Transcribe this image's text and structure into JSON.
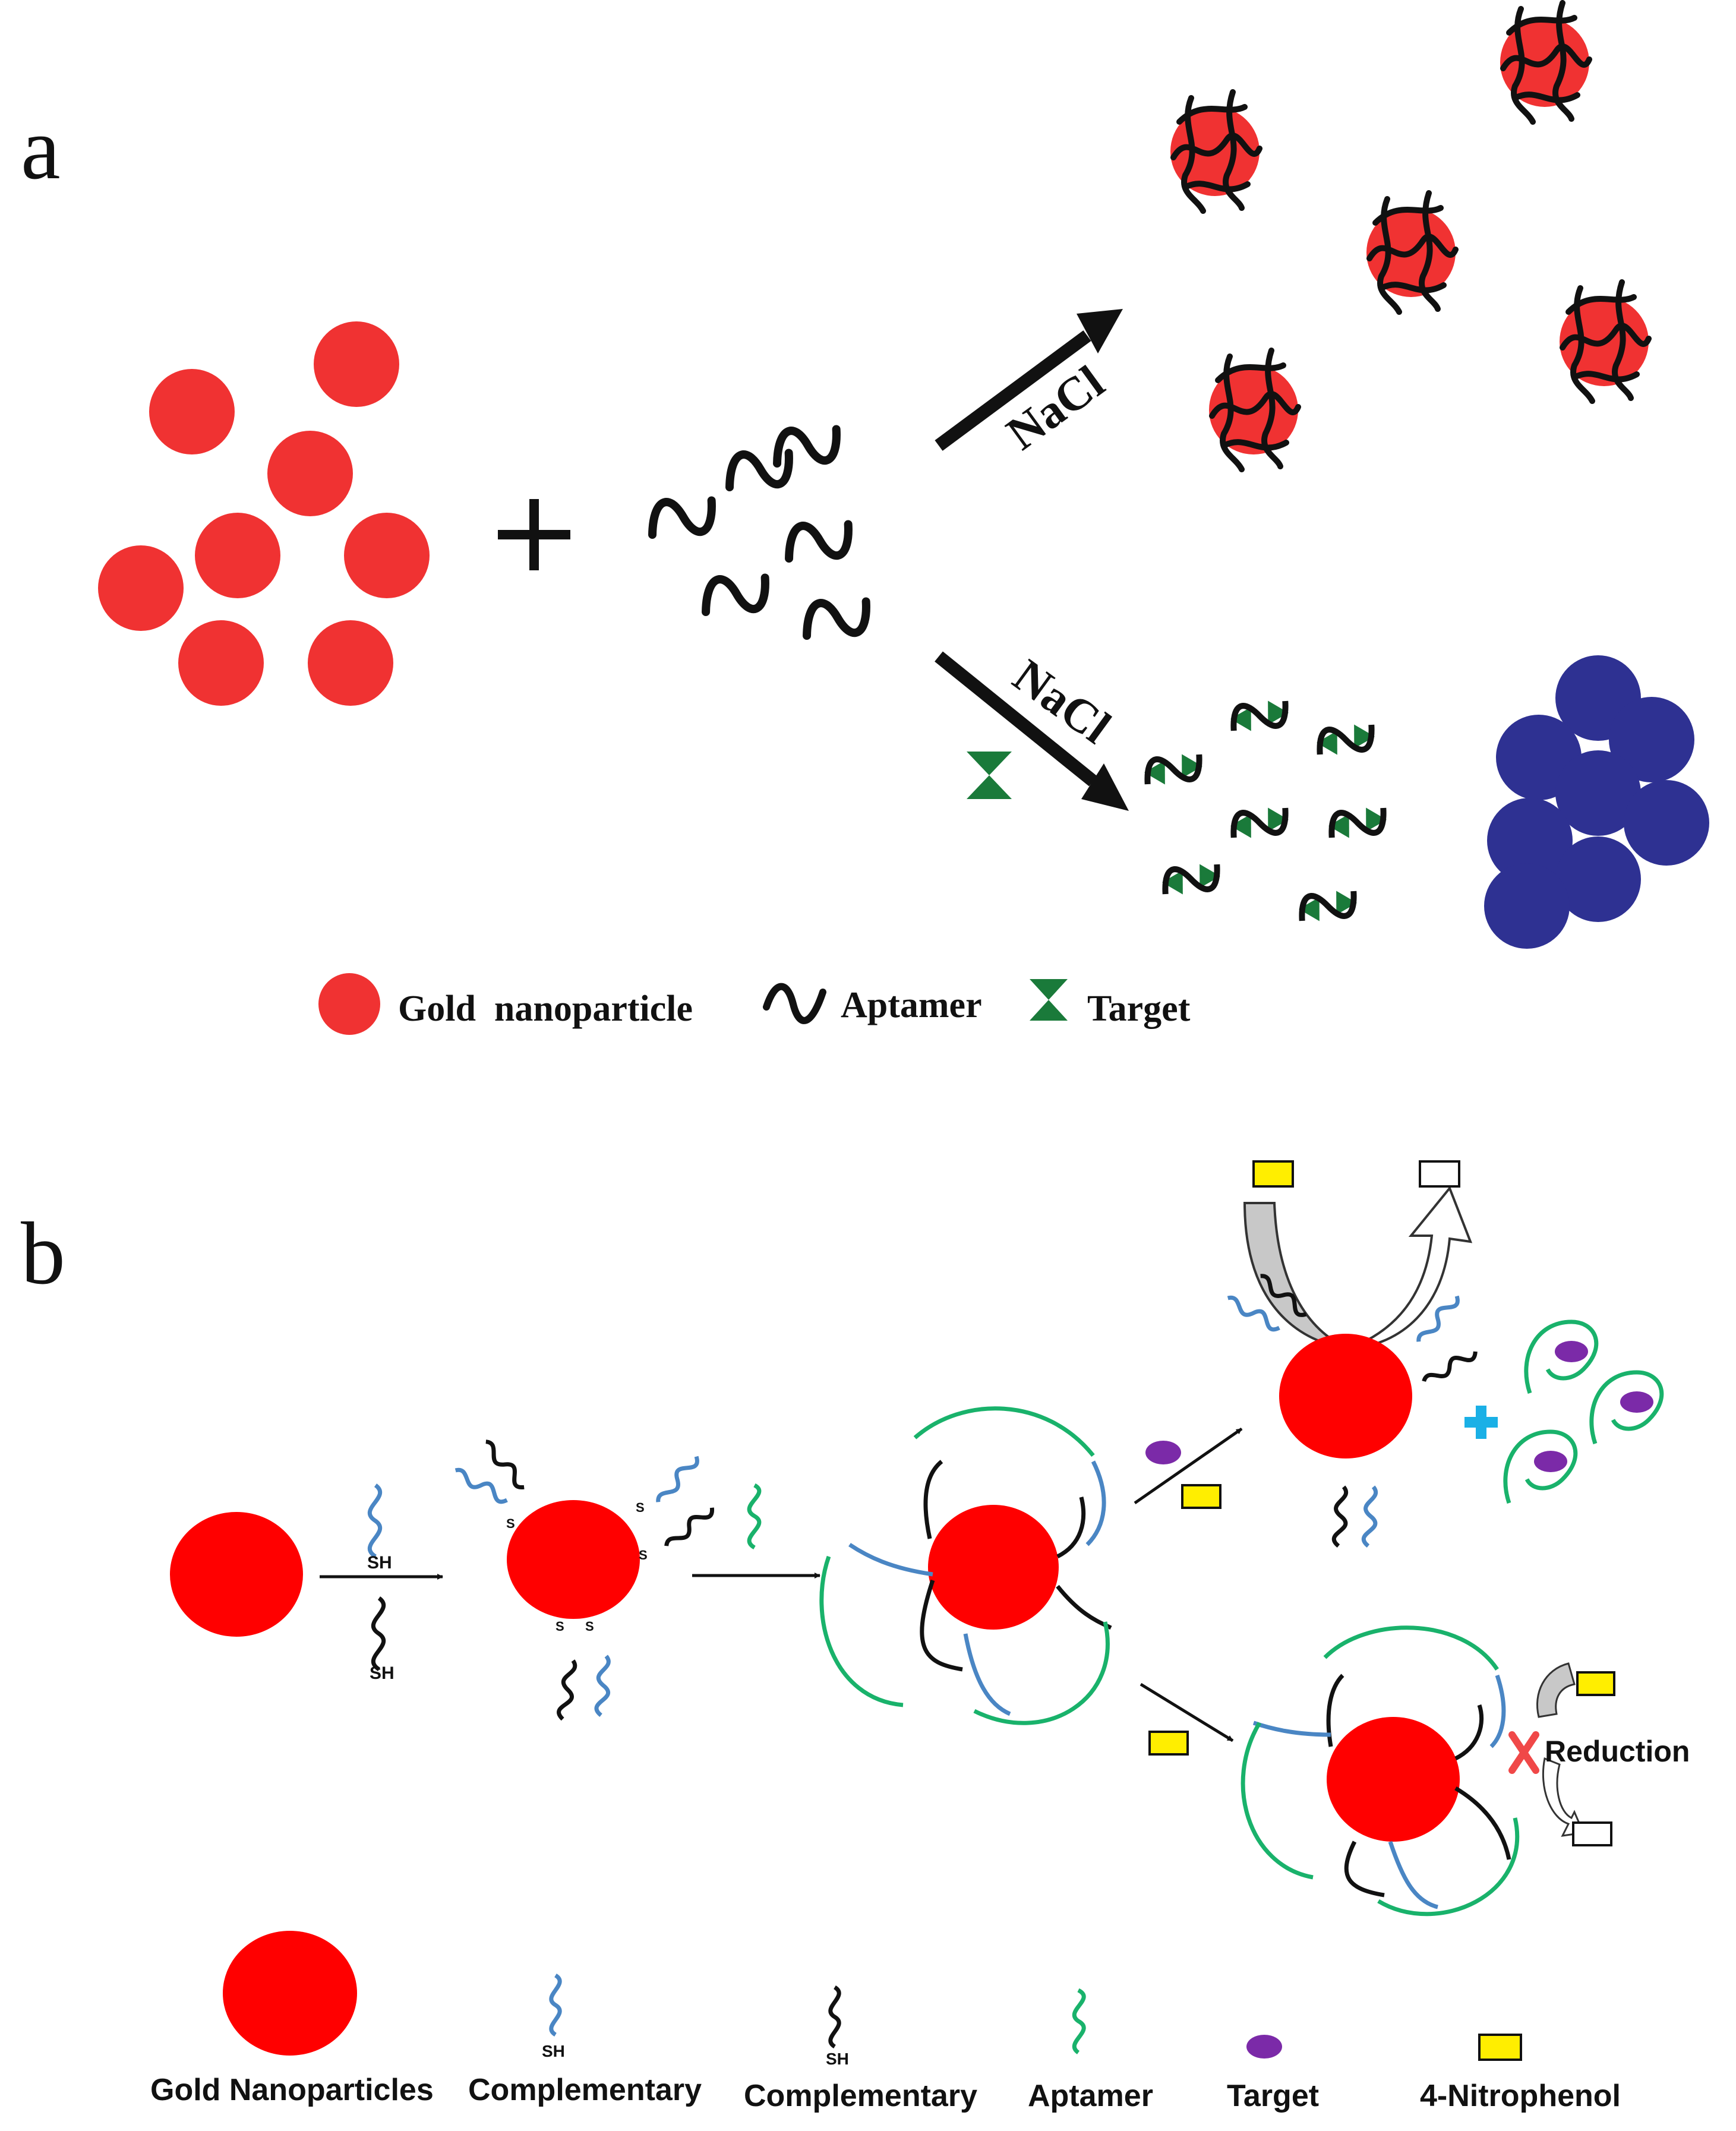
{
  "panel_a": {
    "label": "a",
    "arrow_top_label": "NaCl",
    "arrow_bottom_label": "NaCl",
    "legend": {
      "gold": "Gold  nanoparticle",
      "aptamer": "Aptamer",
      "target": "Target"
    }
  },
  "panel_b": {
    "label": "b",
    "sh_label": "SH",
    "s_label": "S",
    "reduction_label": "Reduction",
    "legend": {
      "gold": "Gold Nanoparticles",
      "comp1": "Complementary",
      "comp2": "Complementary",
      "aptamer": "Aptamer",
      "target": "Target",
      "nitrophenol": "4-Nitrophenol"
    }
  },
  "colors": {
    "gold_np_a": "#f03232",
    "gold_np_b": "#ff0000",
    "aggregate": "#2e3192",
    "target_green": "#1a7a3a",
    "aptamer_green": "#19b26b",
    "complementary_blue": "#4a86c4",
    "dna_black": "#111111",
    "target_purple": "#7b2aa8",
    "nitrophenol_yellow": "#ffee00",
    "plus_cyan": "#1ab0e6",
    "cross_red": "#f04848",
    "shell_grey": "#c8c8c8"
  }
}
